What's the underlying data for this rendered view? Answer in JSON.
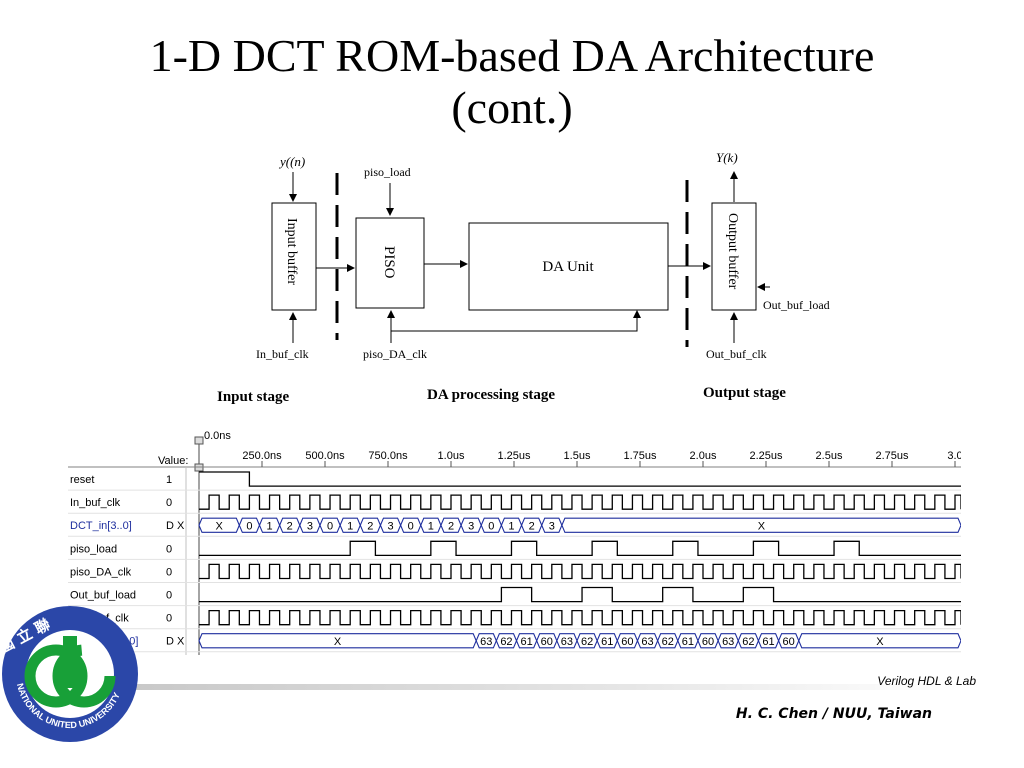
{
  "slide": {
    "title_line1": "1-D DCT ROM-based DA Architecture",
    "title_line2": "(cont.)"
  },
  "diagram": {
    "input_label": "y((n)",
    "output_label": "Y(k)",
    "blocks": {
      "input_buffer": "Input buffer",
      "piso": "PISO",
      "da_unit": "DA Unit",
      "output_buffer": "Output buffer"
    },
    "signals": {
      "piso_load": "piso_load",
      "in_buf_clk": "In_buf_clk",
      "piso_da_clk": "piso_DA_clk",
      "out_buf_clk": "Out_buf_clk",
      "out_buf_load": "Out_buf_load"
    },
    "stages": {
      "input": "Input stage",
      "processing": "DA processing stage",
      "output": "Output stage"
    }
  },
  "waveform": {
    "cursor_label": "0.0ns",
    "value_header": "Value:",
    "time_ticks": [
      "250.0ns",
      "500.0ns",
      "750.0ns",
      "1.0us",
      "1.25us",
      "1.5us",
      "1.75us",
      "2.0us",
      "2.25us",
      "2.5us",
      "2.75us",
      "3.0"
    ],
    "signals": [
      {
        "name": "reset",
        "value": "1",
        "bus": false
      },
      {
        "name": "In_buf_clk",
        "value": "0",
        "bus": false
      },
      {
        "name": "DCT_in[3..0]",
        "value": "D X",
        "bus": true
      },
      {
        "name": "piso_load",
        "value": "0",
        "bus": false
      },
      {
        "name": "piso_DA_clk",
        "value": "0",
        "bus": false
      },
      {
        "name": "Out_buf_load",
        "value": "0",
        "bus": false
      },
      {
        "name": "Out_buf_clk",
        "value": "0",
        "bus": false
      },
      {
        "name": "DCT_out[5..0]",
        "value": "D X",
        "bus": true
      }
    ],
    "dct_in_values": [
      "X",
      "0",
      "1",
      "2",
      "3",
      "0",
      "1",
      "2",
      "3",
      "0",
      "1",
      "2",
      "3",
      "0",
      "1",
      "2",
      "3",
      "X"
    ],
    "dct_out_values": [
      "X",
      "63",
      "62",
      "61",
      "60",
      "63",
      "62",
      "61",
      "60",
      "63",
      "62",
      "61",
      "60",
      "63",
      "62",
      "61",
      "60",
      "X"
    ],
    "colors": {
      "trace": "#000000",
      "bus_label": "#1f2f9e",
      "grid": "#9a9a9a"
    }
  },
  "footer": {
    "course": "Verilog HDL & Lab",
    "author": "H. C. Chen  / NUU, Taiwan"
  },
  "logo": {
    "chinese": "國 立 聯",
    "arc_text": "NATIONAL UNITED UNIVERSITY",
    "colors": {
      "ring": "#2b47a8",
      "emblem": "#18a038"
    }
  }
}
